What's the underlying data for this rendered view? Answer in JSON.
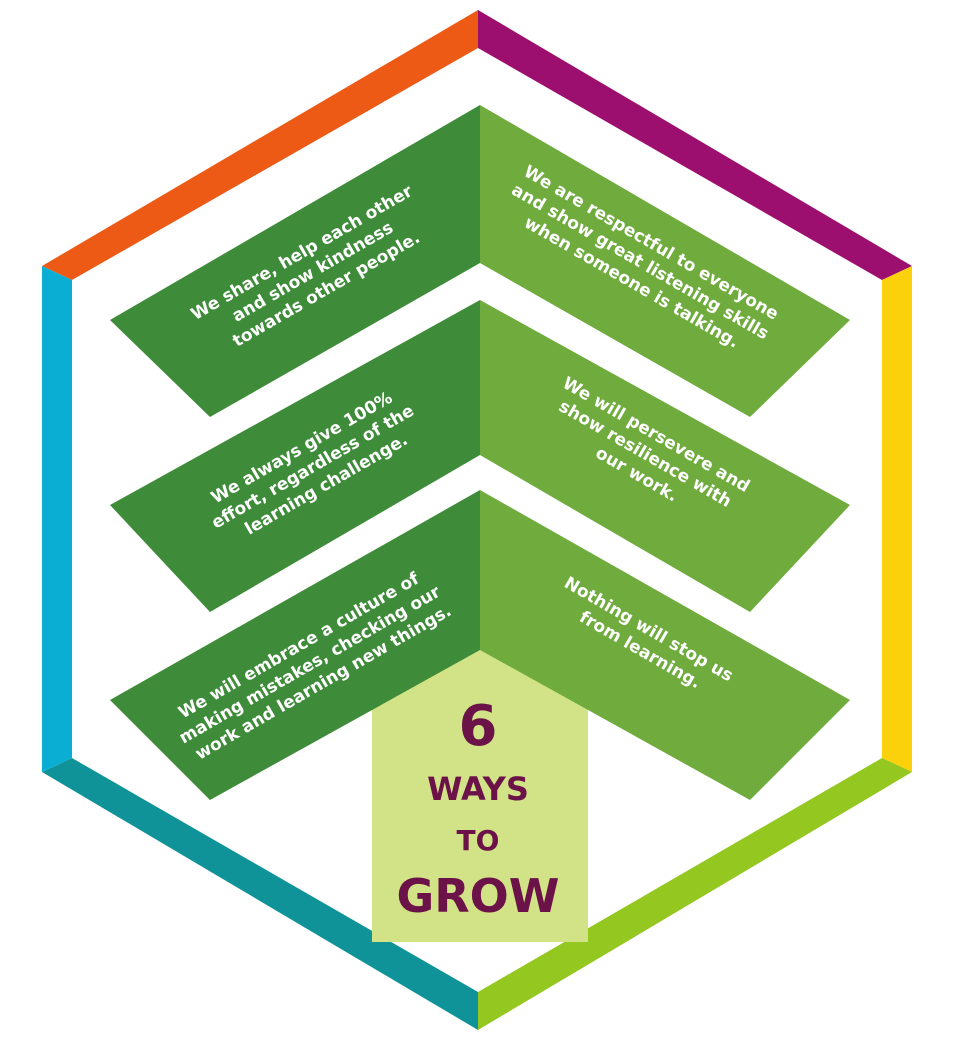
{
  "colors": {
    "hex_orange": "#ec5a15",
    "hex_magenta": "#9d0f6e",
    "hex_yellow": "#fbd10b",
    "hex_lime": "#94c720",
    "hex_teal": "#0f9399",
    "hex_blue": "#0aaed2",
    "chevron_left": "#3e8c39",
    "chevron_right": "#6fab3d",
    "center_panel": "#d2e387",
    "title_text": "#6b1348"
  },
  "title": {
    "number": "6",
    "line1": "WAYS",
    "line2": "TO",
    "line3": "GROW"
  },
  "values": [
    {
      "id": "share",
      "lines": [
        "We share, help each other",
        "and show kindness",
        "towards other people."
      ]
    },
    {
      "id": "respect",
      "lines": [
        "We are respectful to everyone",
        "and show great listening skills",
        "when someone is talking."
      ]
    },
    {
      "id": "effort",
      "lines": [
        "We always give 100%",
        "effort, regardless of the",
        "learning challenge."
      ]
    },
    {
      "id": "persevere",
      "lines": [
        "We will persevere and",
        "show resilience with",
        "our work."
      ]
    },
    {
      "id": "mistakes",
      "lines": [
        "We will embrace a culture of",
        "making mistakes, checking our",
        "work and learning new things."
      ]
    },
    {
      "id": "nothing",
      "lines": [
        "Nothing will stop us",
        "from learning."
      ]
    }
  ]
}
